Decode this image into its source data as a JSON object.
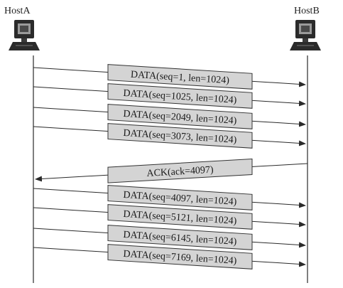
{
  "hosts": {
    "left": {
      "label": "HostA",
      "icon": "computer-icon"
    },
    "right": {
      "label": "HostB",
      "icon": "computer-icon"
    }
  },
  "messages": [
    {
      "label": "DATA(seq=1, len=1024)",
      "direction": "A-to-B"
    },
    {
      "label": "DATA(seq=1025, len=1024)",
      "direction": "A-to-B"
    },
    {
      "label": "DATA(seq=2049, len=1024)",
      "direction": "A-to-B"
    },
    {
      "label": "DATA(seq=3073, len=1024)",
      "direction": "A-to-B"
    },
    {
      "label": "ACK(ack=4097)",
      "direction": "B-to-A"
    },
    {
      "label": "DATA(seq=4097, len=1024)",
      "direction": "A-to-B"
    },
    {
      "label": "DATA(seq=5121, len=1024)",
      "direction": "A-to-B"
    },
    {
      "label": "DATA(seq=6145, len=1024)",
      "direction": "A-to-B"
    },
    {
      "label": "DATA(seq=7169, len=1024)",
      "direction": "A-to-B"
    }
  ],
  "colors": {
    "line": "#2a2a2a",
    "box_fill": "#d4d4d4",
    "box_stroke": "#333333",
    "monitor_body": "#2b2b2b",
    "monitor_screen": "#9a9a9a"
  }
}
